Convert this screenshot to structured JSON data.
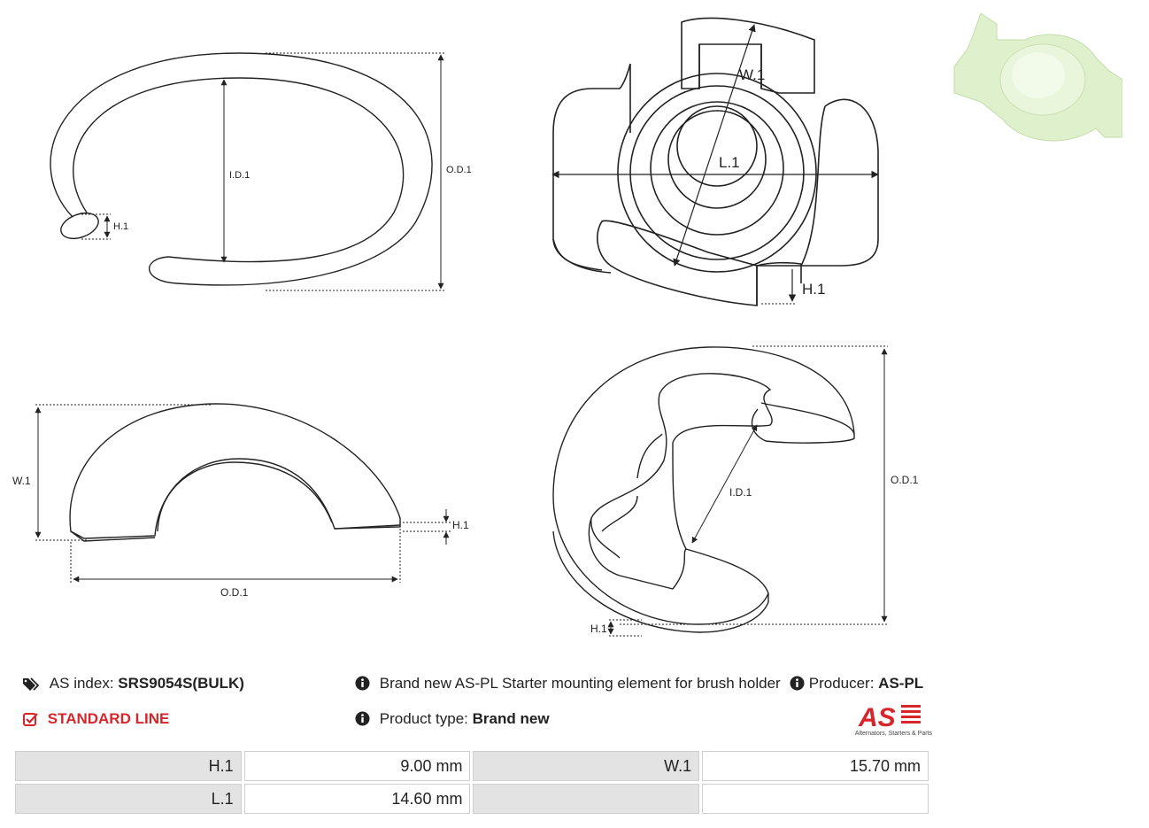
{
  "drawing_labels": {
    "ring": {
      "id": "I.D.1",
      "od": "O.D.1",
      "h": "H.1"
    },
    "top": {
      "w": "W.1",
      "l": "L.1",
      "h": "H.1"
    },
    "arch": {
      "w": "W.1",
      "od": "O.D.1",
      "h": "H.1"
    },
    "c_shape": {
      "id": "I.D.1",
      "od": "O.D.1",
      "h": "H.1"
    }
  },
  "info": {
    "index_label": "AS index:",
    "index_value": "SRS9054S(BULK)",
    "standard_line": "STANDARD LINE",
    "description": "Brand new AS-PL Starter mounting element for brush holder",
    "producer_label": "Producer:",
    "producer_value": "AS-PL",
    "product_type_label": "Product type:",
    "product_type_value": "Brand new"
  },
  "logo": {
    "mark": "AS",
    "tagline": "Alternators, Starters & Parts"
  },
  "specs": [
    {
      "k1": "H.1",
      "v1": "9.00 mm",
      "k2": "W.1",
      "v2": "15.70 mm"
    },
    {
      "k1": "L.1",
      "v1": "14.60 mm",
      "k2": "",
      "v2": ""
    }
  ],
  "colors": {
    "accent_red": "#d6262b",
    "table_key_bg": "#e3e3e3",
    "photo_part": "#dff0cc"
  }
}
